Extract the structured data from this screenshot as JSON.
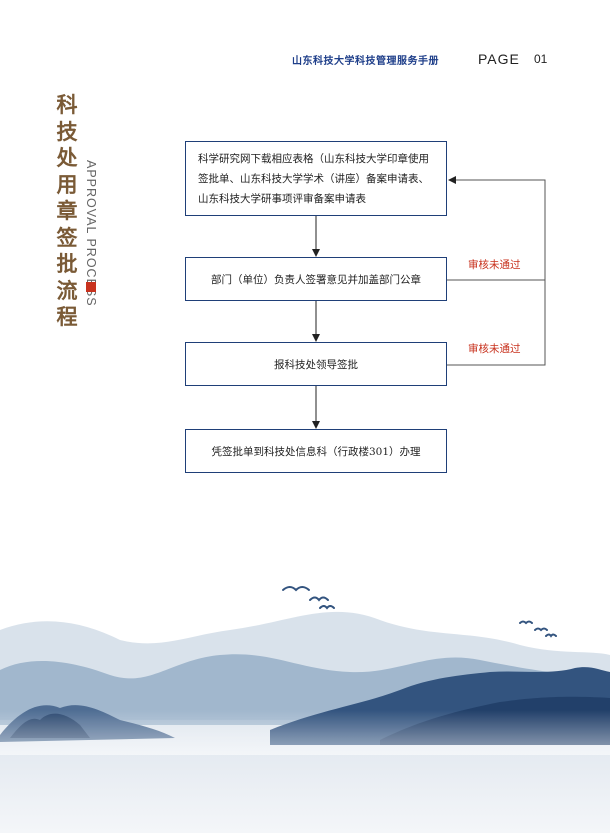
{
  "header": {
    "manual_title": "山东科技大学科技管理服务手册",
    "page_word": "PAGE",
    "page_number": "01"
  },
  "section": {
    "title_zh": "科技处用章签批流程",
    "title_en": "APPROVAL PROCESS"
  },
  "flow": {
    "step1": "科学研究网下载相应表格（山东科技大学印章使用签批单、山东科技大学学术（讲座）备案申请表、山东科技大学研事项评审备案申请表",
    "step2": "部门（单位）负责人签署意见并加盖部门公章",
    "step3": "报科技处领导签批",
    "step4": "凭签批单到科技处信息科（行政楼301）办理",
    "reject_label_1": "审核未通过",
    "reject_label_2": "审核未通过"
  },
  "colors": {
    "accent_blue": "#1f3f78",
    "title_brown": "#7a5a36",
    "reject_red": "#c8321e"
  }
}
